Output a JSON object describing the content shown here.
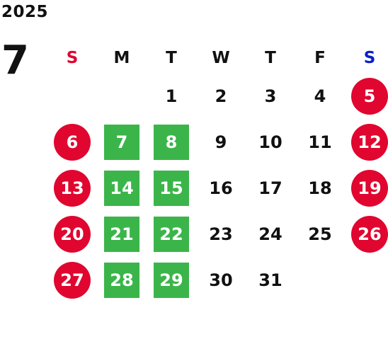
{
  "year": "2025",
  "month": "7",
  "colors": {
    "sunday": "#e0062f",
    "saturday": "#0a1fc8",
    "closed_circle": "#e0062f",
    "holiday_square": "#3bb54a",
    "text": "#111111"
  },
  "weekdays": [
    {
      "label": "S",
      "color": "#e0062f"
    },
    {
      "label": "M",
      "color": "#111111"
    },
    {
      "label": "T",
      "color": "#111111"
    },
    {
      "label": "W",
      "color": "#111111"
    },
    {
      "label": "T",
      "color": "#111111"
    },
    {
      "label": "F",
      "color": "#111111"
    },
    {
      "label": "S",
      "color": "#0a1fc8"
    }
  ],
  "weeks": [
    [
      {
        "n": "",
        "kind": "empty"
      },
      {
        "n": "",
        "kind": "empty"
      },
      {
        "n": "1",
        "kind": "normal"
      },
      {
        "n": "2",
        "kind": "normal"
      },
      {
        "n": "3",
        "kind": "normal"
      },
      {
        "n": "4",
        "kind": "normal"
      },
      {
        "n": "5",
        "kind": "saturday"
      }
    ],
    [
      {
        "n": "6",
        "kind": "sunday"
      },
      {
        "n": "7",
        "kind": "holiday"
      },
      {
        "n": "8",
        "kind": "holiday"
      },
      {
        "n": "9",
        "kind": "normal"
      },
      {
        "n": "10",
        "kind": "normal"
      },
      {
        "n": "11",
        "kind": "normal"
      },
      {
        "n": "12",
        "kind": "saturday"
      }
    ],
    [
      {
        "n": "13",
        "kind": "sunday"
      },
      {
        "n": "14",
        "kind": "holiday"
      },
      {
        "n": "15",
        "kind": "holiday"
      },
      {
        "n": "16",
        "kind": "normal"
      },
      {
        "n": "17",
        "kind": "normal"
      },
      {
        "n": "18",
        "kind": "normal"
      },
      {
        "n": "19",
        "kind": "saturday"
      }
    ],
    [
      {
        "n": "20",
        "kind": "sunday"
      },
      {
        "n": "21",
        "kind": "holiday"
      },
      {
        "n": "22",
        "kind": "holiday"
      },
      {
        "n": "23",
        "kind": "normal"
      },
      {
        "n": "24",
        "kind": "normal"
      },
      {
        "n": "25",
        "kind": "normal"
      },
      {
        "n": "26",
        "kind": "saturday"
      }
    ],
    [
      {
        "n": "27",
        "kind": "sunday"
      },
      {
        "n": "28",
        "kind": "holiday"
      },
      {
        "n": "29",
        "kind": "holiday"
      },
      {
        "n": "30",
        "kind": "normal"
      },
      {
        "n": "31",
        "kind": "normal"
      },
      {
        "n": "",
        "kind": "empty"
      },
      {
        "n": "",
        "kind": "empty"
      }
    ]
  ]
}
